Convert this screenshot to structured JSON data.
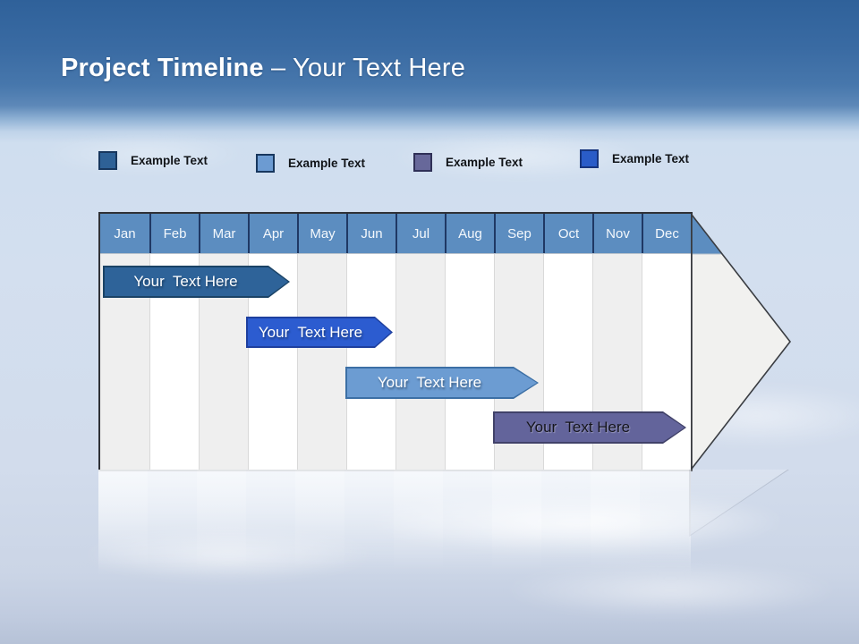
{
  "title": {
    "primary": "Project Timeline",
    "secondary": " – Your Text Here"
  },
  "legend": {
    "items": [
      {
        "label": "Example Text",
        "color": "#2E6196",
        "border_color": "#17375E"
      },
      {
        "label": "Example Text",
        "color": "#6C9BD2",
        "border_color": "#17375E"
      },
      {
        "label": "Example Text",
        "color": "#67689A",
        "border_color": "#2F3057"
      },
      {
        "label": "Example Text",
        "color": "#2A5CC8",
        "border_color": "#17357E"
      }
    ]
  },
  "timeline": {
    "months": [
      "Jan",
      "Feb",
      "Mar",
      "Apr",
      "May",
      "Jun",
      "Jul",
      "Aug",
      "Sep",
      "Oct",
      "Nov",
      "Dec"
    ],
    "header_color": "#5C8DC0",
    "header_divider_color": "#1F3864",
    "body_stripe_colors": [
      "#EFEFEF",
      "#FFFFFF"
    ],
    "bars": [
      {
        "label": "Your  Text Here",
        "fill": "#2E6399",
        "border": "#1B4366",
        "text_color": "#FFFFFF",
        "start_month": "Jan",
        "end_month": "Apr"
      },
      {
        "label": "Your  Text Here",
        "fill": "#2C5CD0",
        "border": "#1E3F9E",
        "text_color": "#FFFFFF",
        "start_month": "Apr",
        "end_month": "Jun"
      },
      {
        "label": "Your  Text Here",
        "fill": "#6C9CD2",
        "border": "#3C6FA5",
        "text_color": "#FFFFFF",
        "start_month": "Jun",
        "end_month": "Sep"
      },
      {
        "label": "Your  Text Here",
        "fill": "#63649B",
        "border": "#414269",
        "text_color": "#15151D",
        "start_month": "Sep",
        "end_month": "Dec"
      }
    ],
    "arrow": {
      "fill": "#F1F1EF",
      "outline": "#3A3D42"
    }
  }
}
